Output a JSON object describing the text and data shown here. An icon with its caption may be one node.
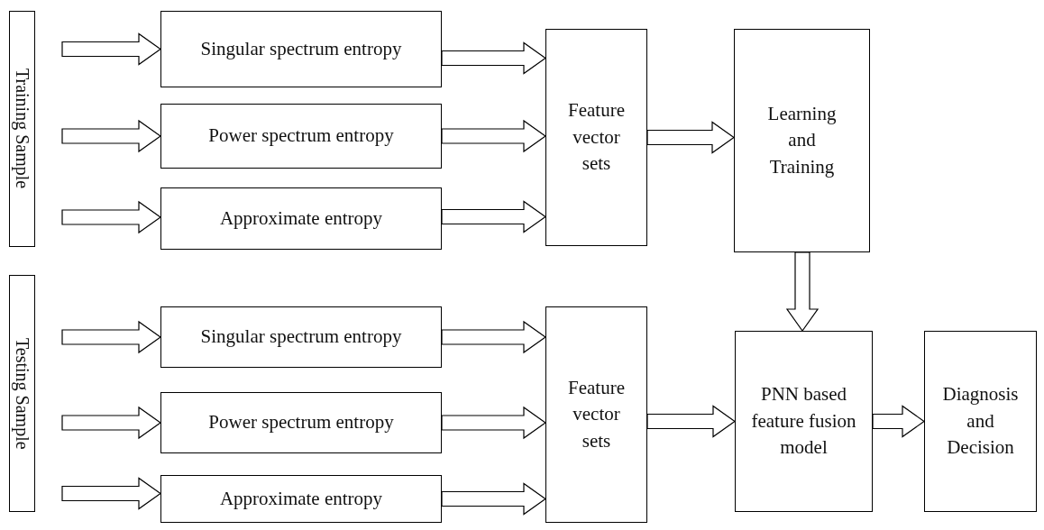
{
  "diagram": {
    "nodes": [
      {
        "text": [
          "Training Sample"
        ]
      },
      {
        "text": [
          "Singular spectrum entropy"
        ]
      },
      {
        "text": [
          "Power spectrum entropy"
        ]
      },
      {
        "text": [
          "Approximate entropy"
        ]
      },
      {
        "text": [
          "Feature vector sets"
        ]
      },
      {
        "text": [
          "Learning and Training"
        ]
      },
      {
        "text": [
          "Testing Sample"
        ]
      },
      {
        "text": [
          "Singular spectrum entropy"
        ]
      },
      {
        "text": [
          "Power spectrum entropy"
        ]
      },
      {
        "text": [
          "Approximate entropy"
        ]
      },
      {
        "text": [
          "Feature vector sets"
        ]
      },
      {
        "text": [
          "PNN based feature fusion model"
        ]
      },
      {
        "text": [
          "Diagnosis and Decision"
        ]
      }
    ],
    "edges": [
      {
        "from": 0,
        "to": 1,
        "arrow": "to"
      },
      {
        "from": 0,
        "to": 2,
        "arrow": "to"
      },
      {
        "from": 0,
        "to": 3,
        "arrow": "to"
      },
      {
        "from": 1,
        "to": 4,
        "arrow": "to"
      },
      {
        "from": 2,
        "to": 4,
        "arrow": "to"
      },
      {
        "from": 3,
        "to": 4,
        "arrow": "to"
      },
      {
        "from": 4,
        "to": 5,
        "arrow": "to"
      },
      {
        "from": 5,
        "to": 11,
        "arrow": "to"
      },
      {
        "from": 6,
        "to": 7,
        "arrow": "to"
      },
      {
        "from": 6,
        "to": 8,
        "arrow": "to"
      },
      {
        "from": 6,
        "to": 9,
        "arrow": "to"
      },
      {
        "from": 7,
        "to": 10,
        "arrow": "to"
      },
      {
        "from": 8,
        "to": 10,
        "arrow": "to"
      },
      {
        "from": 9,
        "to": 10,
        "arrow": "to"
      },
      {
        "from": 10,
        "to": 11,
        "arrow": "to"
      },
      {
        "from": 11,
        "to": 12,
        "arrow": "to"
      }
    ]
  }
}
